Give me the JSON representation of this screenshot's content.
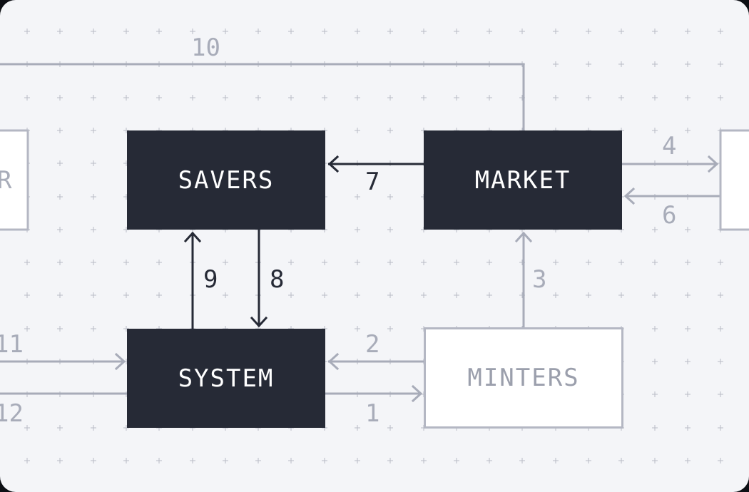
{
  "nodes": {
    "savers": "SAVERS",
    "market": "MARKET",
    "system": "SYSTEM",
    "minters": "MINTERS",
    "left_partial": "R"
  },
  "edges": {
    "e1": "1",
    "e2": "2",
    "e3": "3",
    "e4": "4",
    "e6": "6",
    "e7": "7",
    "e8": "8",
    "e9": "9",
    "e10": "10",
    "e11": "11",
    "e12": "12"
  },
  "colors": {
    "background": "#f4f5f8",
    "dark_node": "#262a36",
    "light_node_border": "#b4b7c3",
    "light_text": "#a8acb9"
  }
}
